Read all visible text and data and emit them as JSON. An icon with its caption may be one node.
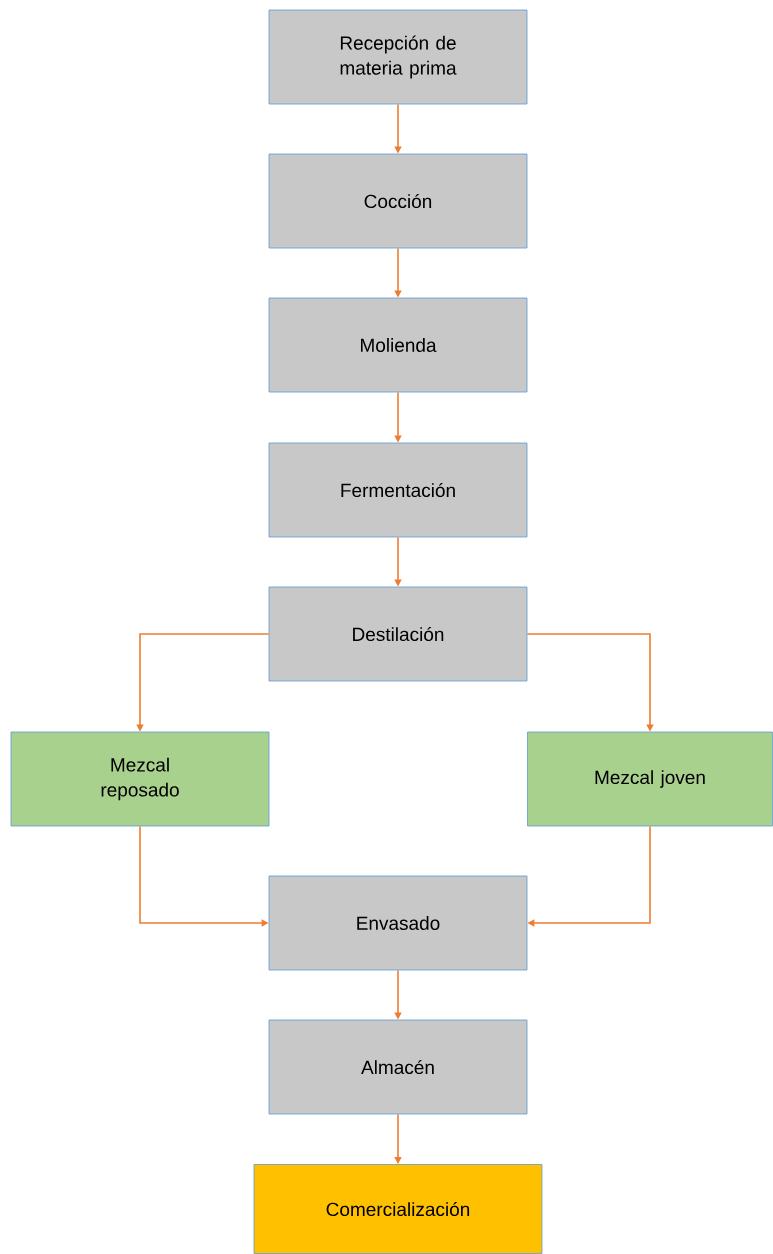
{
  "diagram": {
    "nodes": [
      {
        "text": [
          "Recepción de materia prima"
        ]
      },
      {
        "text": [
          "Cocción"
        ]
      },
      {
        "text": [
          "Molienda"
        ]
      },
      {
        "text": [
          "Fermentación"
        ]
      },
      {
        "text": [
          "Destilación"
        ]
      },
      {
        "text": [
          "Mezcal reposado"
        ]
      },
      {
        "text": [
          "Mezcal joven"
        ]
      },
      {
        "text": [
          "Envasado"
        ]
      },
      {
        "text": [
          "Almacén"
        ]
      },
      {
        "text": [
          "Comercialización"
        ]
      }
    ],
    "edges": [
      {
        "from": 0,
        "to": 1,
        "arrow": "to"
      },
      {
        "from": 1,
        "to": 2,
        "arrow": "to"
      },
      {
        "from": 2,
        "to": 3,
        "arrow": "to"
      },
      {
        "from": 3,
        "to": 4,
        "arrow": "to"
      },
      {
        "from": 4,
        "to": 5,
        "arrow": "to"
      },
      {
        "from": 4,
        "to": 6,
        "arrow": "to"
      },
      {
        "from": 5,
        "to": 7,
        "arrow": "to"
      },
      {
        "from": 6,
        "to": 7,
        "arrow": "to"
      },
      {
        "from": 7,
        "to": 8,
        "arrow": "to"
      },
      {
        "from": 8,
        "to": 9,
        "arrow": "to"
      }
    ]
  }
}
